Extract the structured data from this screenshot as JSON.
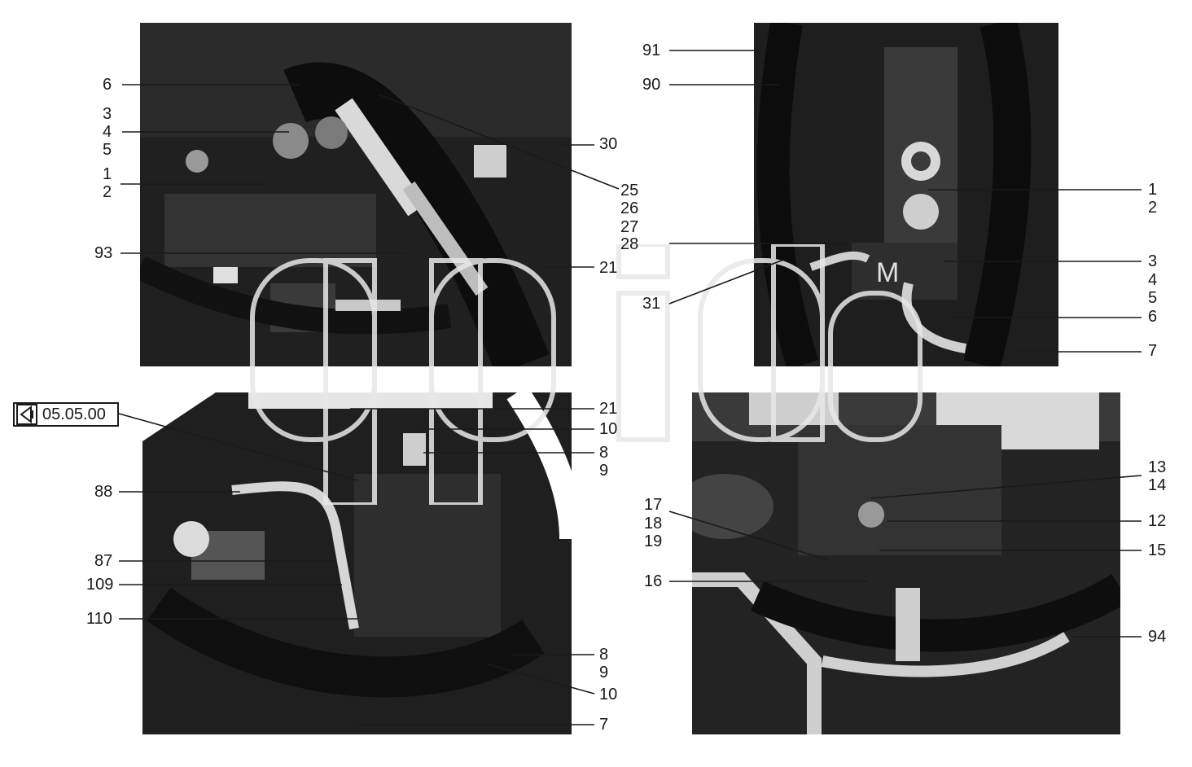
{
  "reference": {
    "code": "05.05.00",
    "icon": "section-reference-icon"
  },
  "watermark": {
    "icon": "site-logo-watermark"
  },
  "panels": [
    {
      "id": "top-left",
      "labels": [
        "6",
        "3",
        "4",
        "5",
        "1",
        "2",
        "93",
        "30",
        "25",
        "26",
        "21"
      ]
    },
    {
      "id": "top-right",
      "labels": [
        "91",
        "90",
        "28",
        "31",
        "1",
        "2",
        "3",
        "4",
        "5",
        "6",
        "7",
        "27"
      ]
    },
    {
      "id": "bottom-left",
      "labels": [
        "88",
        "87",
        "109",
        "110",
        "21",
        "10",
        "8",
        "9",
        "8",
        "9",
        "10",
        "7"
      ]
    },
    {
      "id": "bottom-right",
      "labels": [
        "17",
        "18",
        "19",
        "16",
        "13",
        "14",
        "12",
        "15",
        "94"
      ]
    }
  ]
}
